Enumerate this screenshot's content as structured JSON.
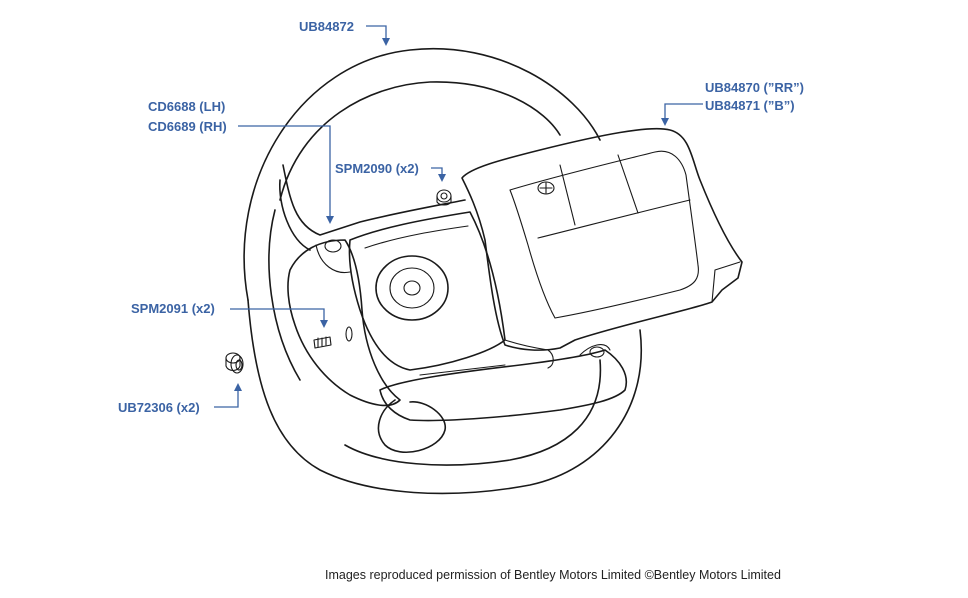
{
  "colors": {
    "label": "#3b63a4",
    "line_art": "#1a1a1a",
    "credit_text": "#222222",
    "background": "#ffffff"
  },
  "parts": {
    "rim_cover": "UB84872",
    "cover_rr": "UB84870 (”RR”)",
    "cover_b": "UB84871 (”B”)",
    "trim_lh": "CD6688 (LH)",
    "trim_rh": "CD6689 (RH)",
    "screw_top": "SPM2090 (x2)",
    "screw_side": "SPM2091 (x2)",
    "grommet": "UB72306 (x2)"
  },
  "credit": "Images reproduced permission of Bentley Motors Limited ©Bentley Motors Limited"
}
